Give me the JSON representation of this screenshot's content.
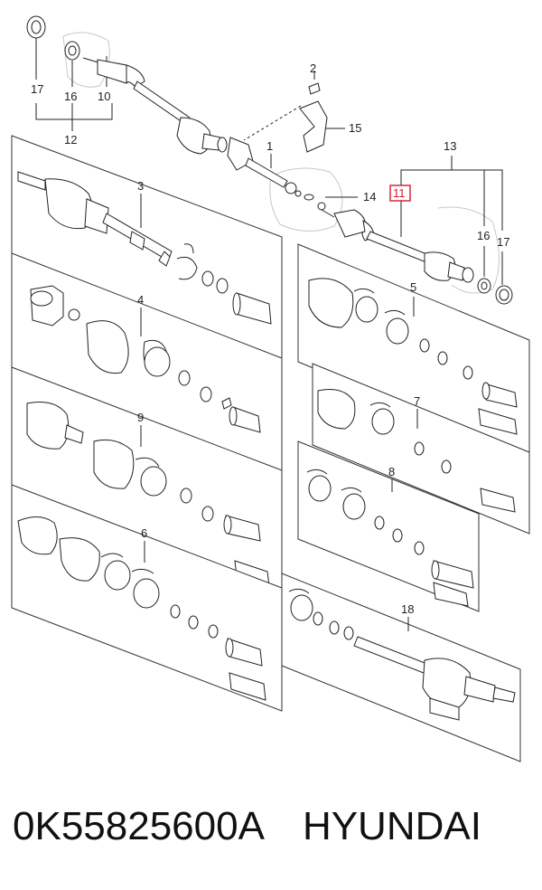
{
  "callouts": {
    "c1": "1",
    "c2": "2",
    "c3": "3",
    "c4": "4",
    "c5": "5",
    "c6": "6",
    "c7": "7",
    "c8": "8",
    "c9": "9",
    "c10": "10",
    "c11": "11",
    "c12": "12",
    "c13": "13",
    "c14": "14",
    "c15": "15",
    "c16a": "16",
    "c16b": "16",
    "c17a": "17",
    "c17b": "17",
    "c18": "18"
  },
  "footer": {
    "part_number": "0K55825600A",
    "brand": "HYUNDAI"
  },
  "colors": {
    "highlight": "#d11a2a",
    "line": "#222222"
  }
}
